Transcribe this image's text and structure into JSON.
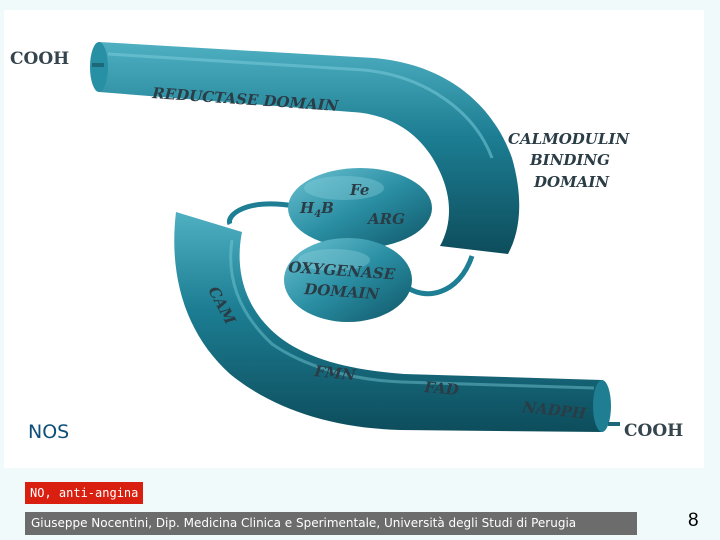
{
  "diagram": {
    "labels": {
      "cooh_top": "COOH",
      "reductase": "REDUCTASE DOMAIN",
      "calmodulin_line1": "CALMODULIN",
      "calmodulin_line2": "BINDING",
      "calmodulin_line3": "DOMAIN",
      "fe": "Fe",
      "h4b_main": "H",
      "h4b_sub": "4",
      "h4b_end": "B",
      "arg": "ARG",
      "oxygenase_line1": "OXYGENASE",
      "oxygenase_line2": "DOMAIN",
      "cam": "CAM",
      "fmn": "FMN",
      "fad": "FAD",
      "nadph": "NADPH",
      "cooh_bottom": "COOH"
    },
    "colors": {
      "tube_light": "#4fb0c2",
      "tube_mid": "#1c7d92",
      "tube_dark": "#0d4d5c"
    }
  },
  "caption": "NOS",
  "tag": "NO, anti-angina",
  "footer": "Giuseppe Nocentini, Dip. Medicina Clinica e Sperimentale, Università degli Studi di Perugia",
  "page_number": "8"
}
